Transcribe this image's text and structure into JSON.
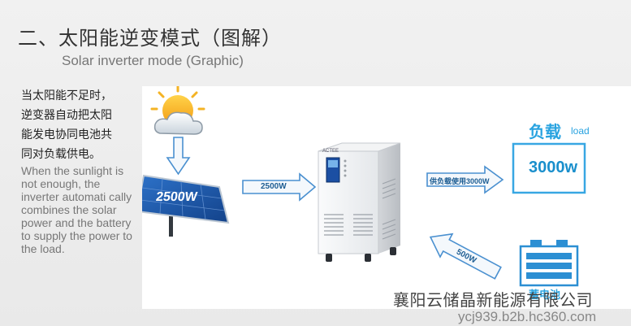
{
  "title_cn": "二、太阳能逆变模式（图解）",
  "title_en": "Solar inverter mode (Graphic)",
  "desc_cn_lines": [
    "当太阳能不足时，",
    "逆变器自动把太阳",
    "能发电协同电池共",
    "同对负载供电。"
  ],
  "desc_en": "When the sunlight is not enough, the inverter automati cally combines the solar power and the  battery to supply the power to the load.",
  "diagram": {
    "panel_power": "2500W",
    "arrow_solar_to_inverter": "2500W",
    "arrow_inverter_to_load": "供负载使用3000W",
    "arrow_battery_to_inverter": "500W",
    "load_title": "负载",
    "load_subtitle": "load",
    "load_value": "3000w",
    "battery_label": "蓄电池",
    "inverter_brand": "ACTEE"
  },
  "watermark": {
    "company": "襄阳云储晶新能源有限公司",
    "url": "ycj939.b2b.hc360.com"
  },
  "colors": {
    "accent_blue": "#29a3e0",
    "arrow_fill": "#e9f3fb",
    "arrow_stroke": "#3f8fd6",
    "panel_blue": "#1f5fb3"
  }
}
